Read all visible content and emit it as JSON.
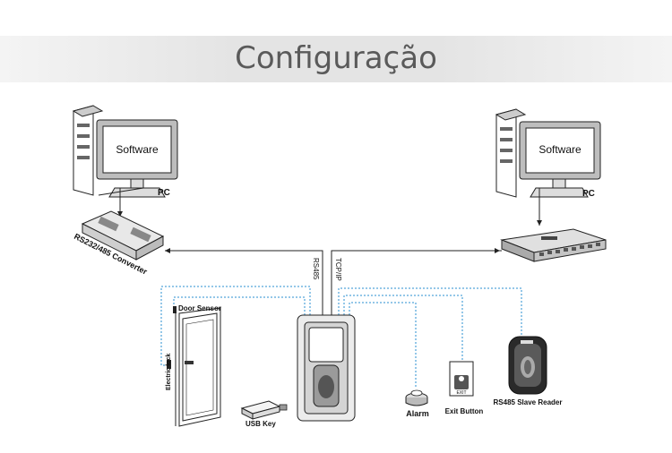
{
  "header": {
    "title": "Configuração"
  },
  "diagram": {
    "left_pc": {
      "screen_label": "Software",
      "pc_label": "PC"
    },
    "right_pc": {
      "screen_label": "Software",
      "pc_label": "PC"
    },
    "converter_label": "RS232/485 Converter",
    "rs485_link_label": "RS485",
    "tcpip_link_label": "TCP/IP",
    "door_sensor_label": "Door Sensor",
    "electric_lock_label": "Electric lock",
    "usb_key_label": "USB Key",
    "alarm_label": "Alarm",
    "exit_button_label": "Exit Button",
    "exit_button_face_text": "EXIT",
    "slave_reader_label": "RS485 Slave Reader",
    "colors": {
      "data_line": "#222222",
      "wiring_line": "#2a8fd0",
      "title_band": "#e4e4e4",
      "title_text": "#5a5a5a"
    }
  }
}
